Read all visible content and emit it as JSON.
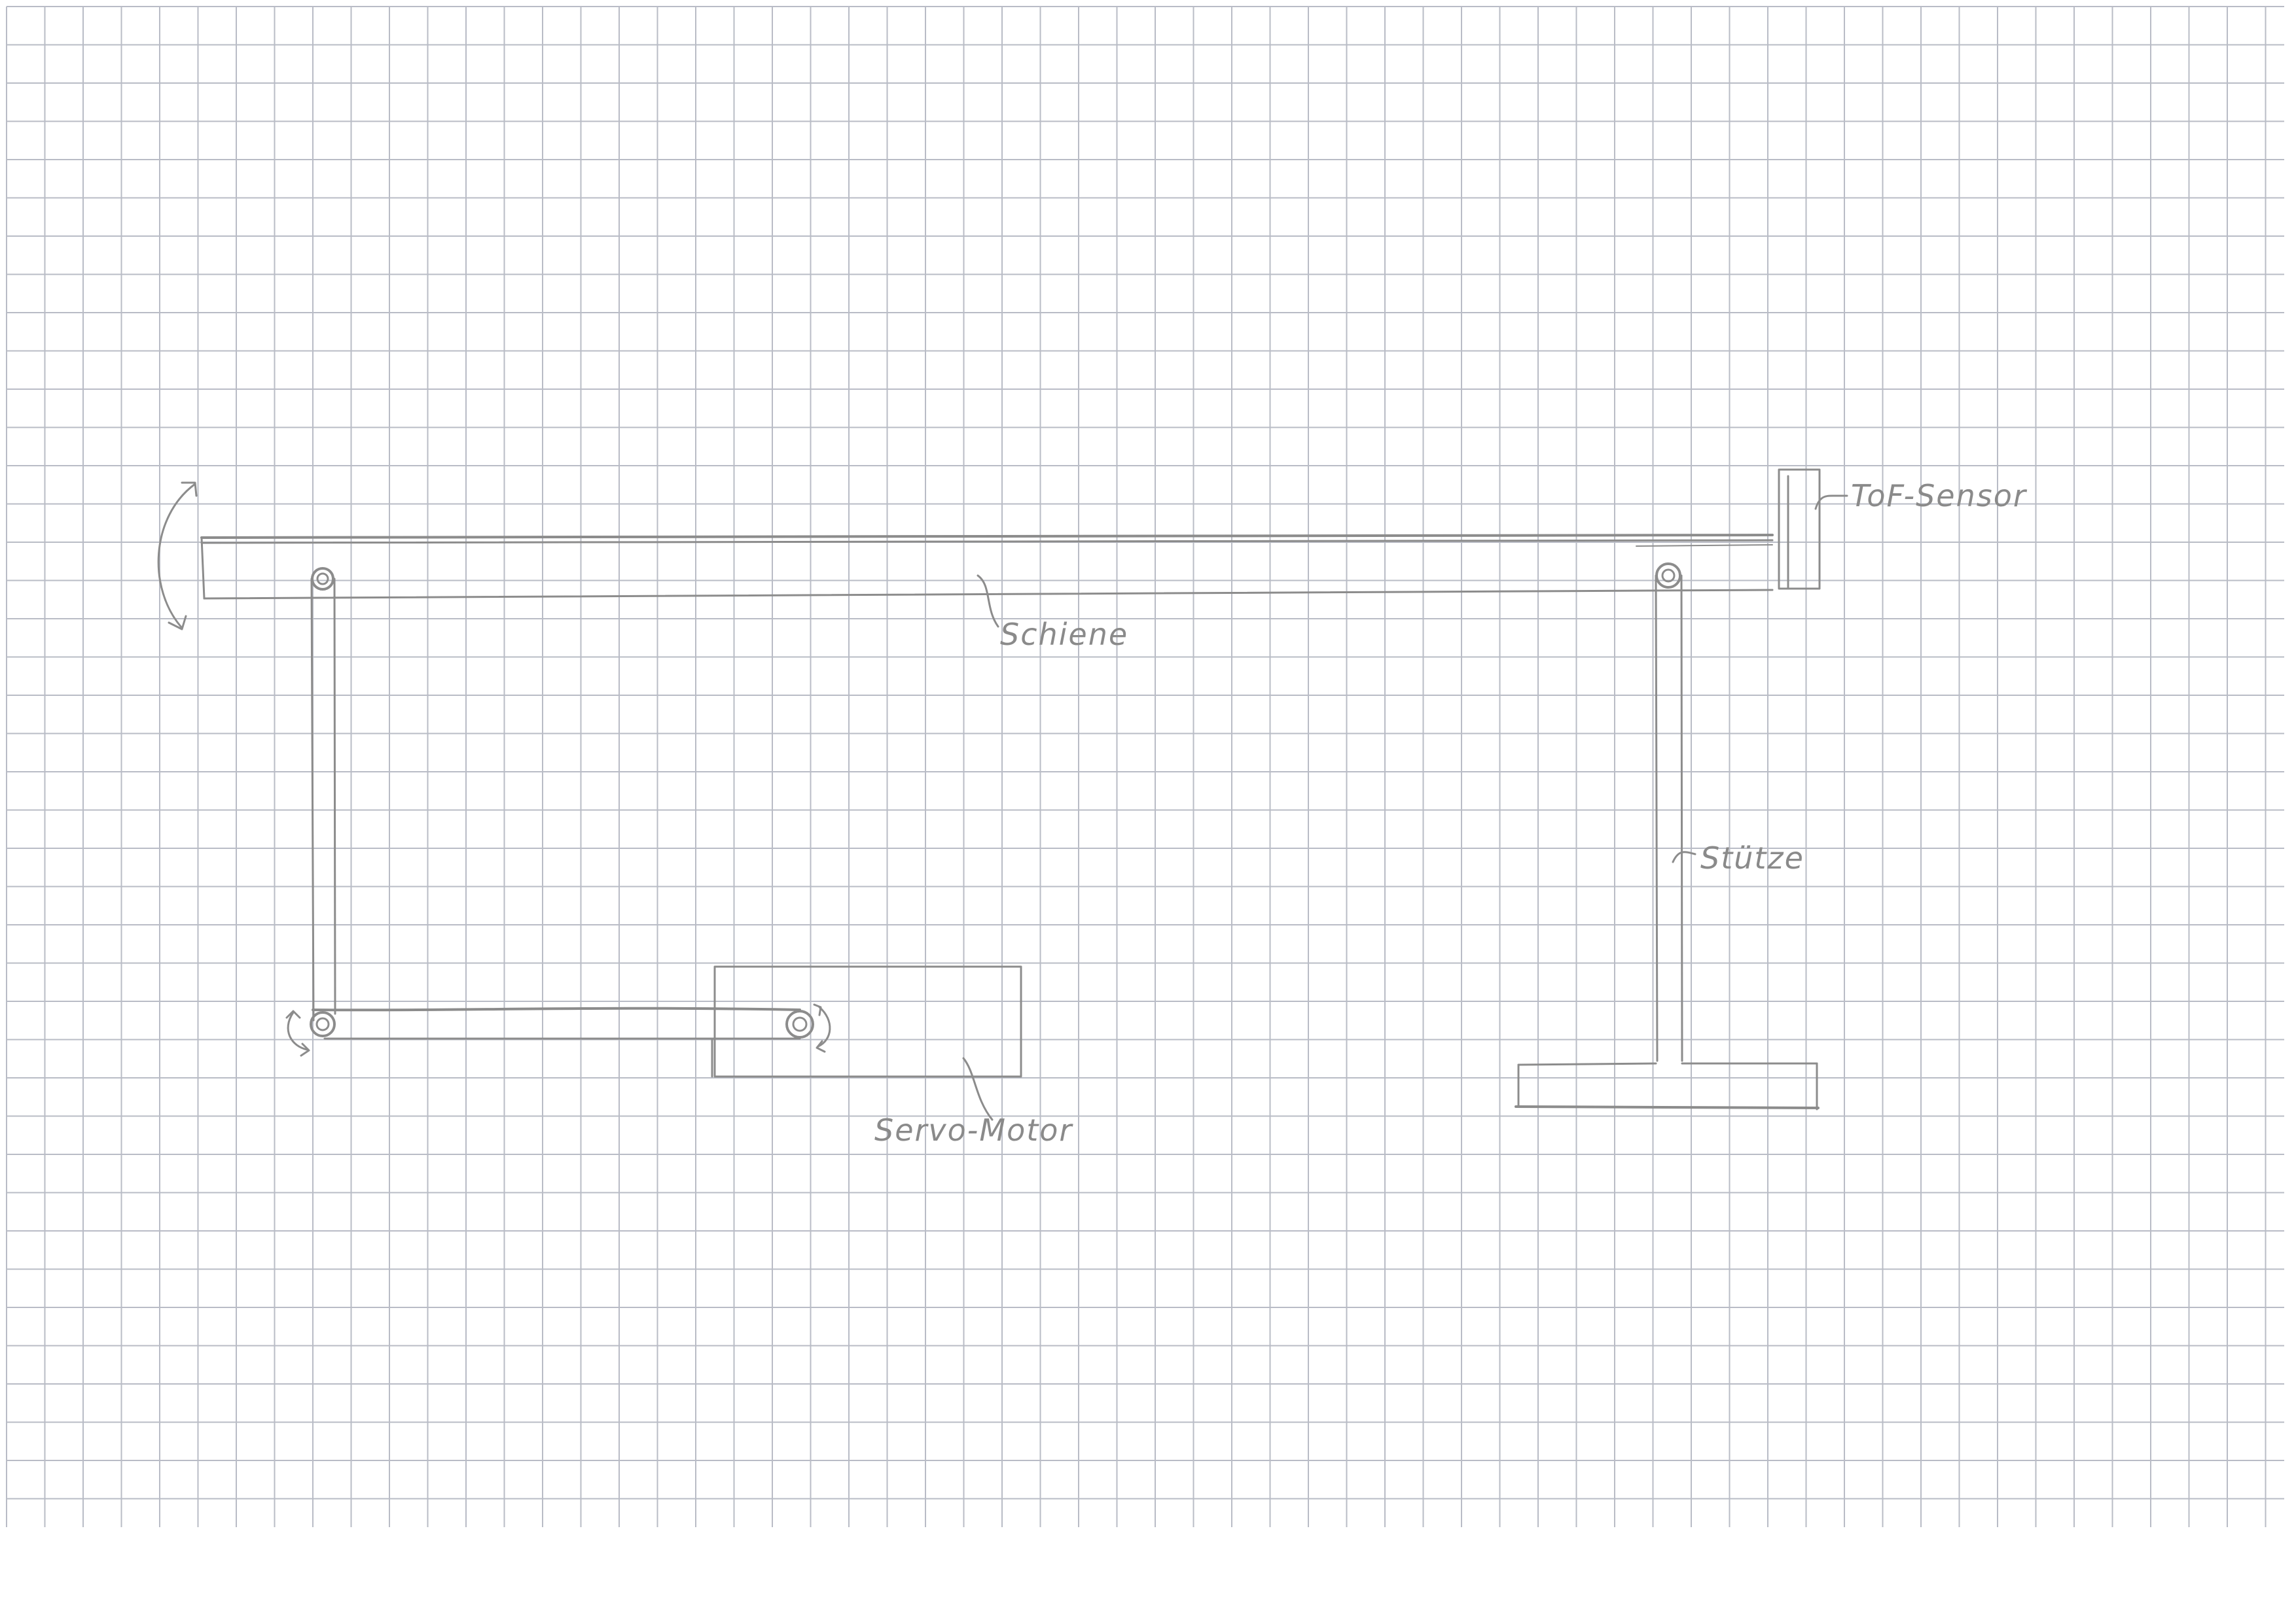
{
  "labels": {
    "rail": "Schiene",
    "sensor": "ToF-Sensor",
    "support": "Stütze",
    "servo": "Servo-Motor"
  },
  "colors": {
    "paper": "#ffffff",
    "grid": "#b9bcc6",
    "pencil": "#8c8c8c"
  }
}
